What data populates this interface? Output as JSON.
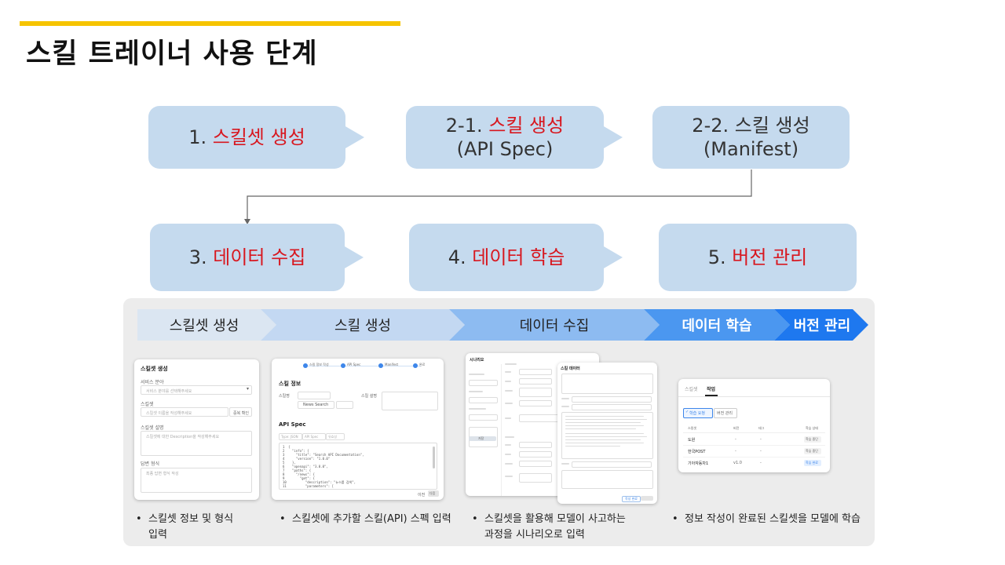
{
  "page": {
    "title": "스킬 트레이너 사용 단계"
  },
  "steps": {
    "s1": {
      "prefix": "1. ",
      "highlight": "스킬셋 생성"
    },
    "s21": {
      "prefix": "2-1. ",
      "highlight": "스킬 생성",
      "sub": "(API Spec)"
    },
    "s22": {
      "line1": "2-2. 스킬 생성",
      "line2": "(Manifest)"
    },
    "s3": {
      "prefix": "3. ",
      "highlight": "데이터 수집"
    },
    "s4": {
      "prefix": "4. ",
      "highlight": "데이터 학습"
    },
    "s5": {
      "prefix": "5. ",
      "highlight": "버전 관리"
    }
  },
  "process": {
    "stages": [
      "스킬셋 생성",
      "스킬 생성",
      "데이터 수집",
      "데이터 학습",
      "버전 관리"
    ]
  },
  "card1": {
    "title": "스킬셋 생성",
    "field1_label": "서비스 분야",
    "field1_ph": "서비스 분야를 선택해주세요",
    "field2_label": "스킬셋",
    "field2_ph": "스킬셋 이름을 작성해주세요",
    "field2_btn": "중복 확인",
    "field3_label": "스킬셋 설명",
    "field3_ph": "스킬셋에 대한 Description을 작성해주세요",
    "field4_label": "답변 형식",
    "field4_ph": "최종 답변 형식 작성"
  },
  "card2": {
    "stepper": [
      "스킬 정보 작성",
      "API Spec",
      "Manifest",
      "완료"
    ],
    "section1": "스킬 정보",
    "name_label": "스킬명",
    "name_value": "News Search",
    "desc_label": "스킬 설명",
    "section2": "API Spec",
    "tabs": [
      "Type: JSON",
      "API Spec",
      "유효성"
    ],
    "code": [
      "{",
      "  \"info\": {",
      "    \"title\": \"Search API Documentation\",",
      "    \"version\": \"1.0.0\"",
      "  },",
      "  \"openapi\": \"3.0.0\",",
      "  \"paths\": {",
      "    \"/news\": {",
      "      \"get\": {",
      "        \"description\": \"뉴스를 검색\",",
      "        \"parameters\": ["
    ],
    "btn_prev": "이전",
    "btn_next": "다음"
  },
  "card3": {
    "left_title": "시나리오",
    "right_title": "스킬 데이터",
    "btn_save": "저장",
    "btn_done": "작성 완료"
  },
  "card4": {
    "tabs": [
      "스킬셋",
      "작업"
    ],
    "buttons": [
      "학습 요청",
      "버전 관리"
    ],
    "headers": [
      "스킬셋",
      "버전",
      "태그",
      "학습 상태"
    ],
    "rows": [
      {
        "name": "도원",
        "version": "-",
        "tag": "-",
        "status": "학습 중단"
      },
      {
        "name": "한국POST",
        "version": "-",
        "tag": "-",
        "status": "학습 중단"
      },
      {
        "name": "기아자동차1",
        "version": "v1.0",
        "tag": "-",
        "status": "학습 완료"
      }
    ]
  },
  "captions": {
    "c1_line1": "스킬셋 정보 및 형식",
    "c1_line2": "입력",
    "c2_line1": "스킬셋에 추가할 스킬(API) 스펙 입력",
    "c3_line1": "스킬셋을 활용해 모델이 사고하는",
    "c3_line2": "과정을 시나리오로 입력",
    "c4_line1": "정보 작성이 완료된 스킬셋을 모델에 학습",
    "bullet": "•"
  },
  "colors": {
    "accent": "#f6c400",
    "step_box": "#c5daee",
    "highlight": "#d8171f",
    "stage1": "#dbe6f2",
    "stage2": "#c3d8f2",
    "stage3": "#8dbbf1",
    "stage4": "#4b97f0",
    "stage5": "#1e78ef"
  }
}
